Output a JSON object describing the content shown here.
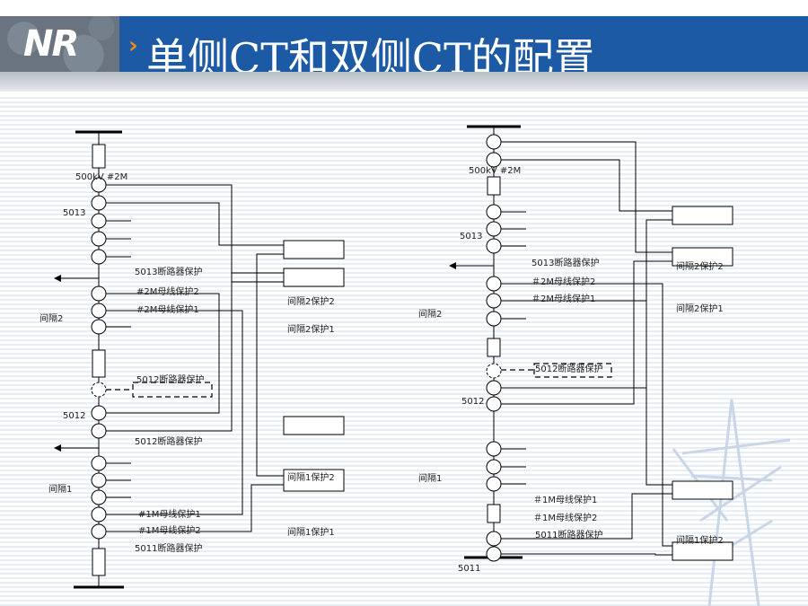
{
  "header": {
    "logo_text": "NR",
    "title": "单侧CT和双侧CT的配置"
  },
  "colors": {
    "title_bar": "#1d5aa6",
    "title_arrow": "#f08a1c",
    "logo_bg": "#6a7481",
    "stripes": "#e8eef5"
  },
  "left_diagram": {
    "label_bus_top": "500kV #2M",
    "label_5013": "5013",
    "label_bay2": "间隔2",
    "label_5012": "5012",
    "label_bay1": "间隔1",
    "prot_5013": "5013断路器保护",
    "busprot_2m_2": "#2M母线保护2",
    "busprot_2m_1": "#2M母线保护1",
    "prot_5012_a": "5012断路器保护",
    "prot_5012_b": "5012断路器保护",
    "busprot_1m_1": "#1M母线保护1",
    "busprot_1m_2": "#1M母线保护2",
    "prot_5011": "5011断路器保护",
    "bay2_prot2": "间隔2保护2",
    "bay2_prot1": "间隔2保护1",
    "bay1_prot2": "间隔1保护2",
    "bay1_prot1": "间隔1保护1"
  },
  "right_diagram": {
    "label_bus_top": "500kV #2M",
    "label_5013": "5013",
    "label_bay2": "间隔2",
    "label_5012": "5012",
    "label_bay1": "间隔1",
    "label_5011": "5011",
    "prot_5013": "5013断路器保护",
    "busprot_2m_2": "＃2M母线保护2",
    "busprot_2m_1": "＃2M母线保护1",
    "prot_5012": "5012断路器保护",
    "busprot_1m_1": "＃1M母线保护1",
    "busprot_1m_2": "＃1M母线保护2",
    "prot_5011": "5011断路器保护",
    "bay2_prot2": "间隔2保护2",
    "bay2_prot1": "间隔2保护1",
    "bay1_prot2": "间隔1保护2"
  }
}
